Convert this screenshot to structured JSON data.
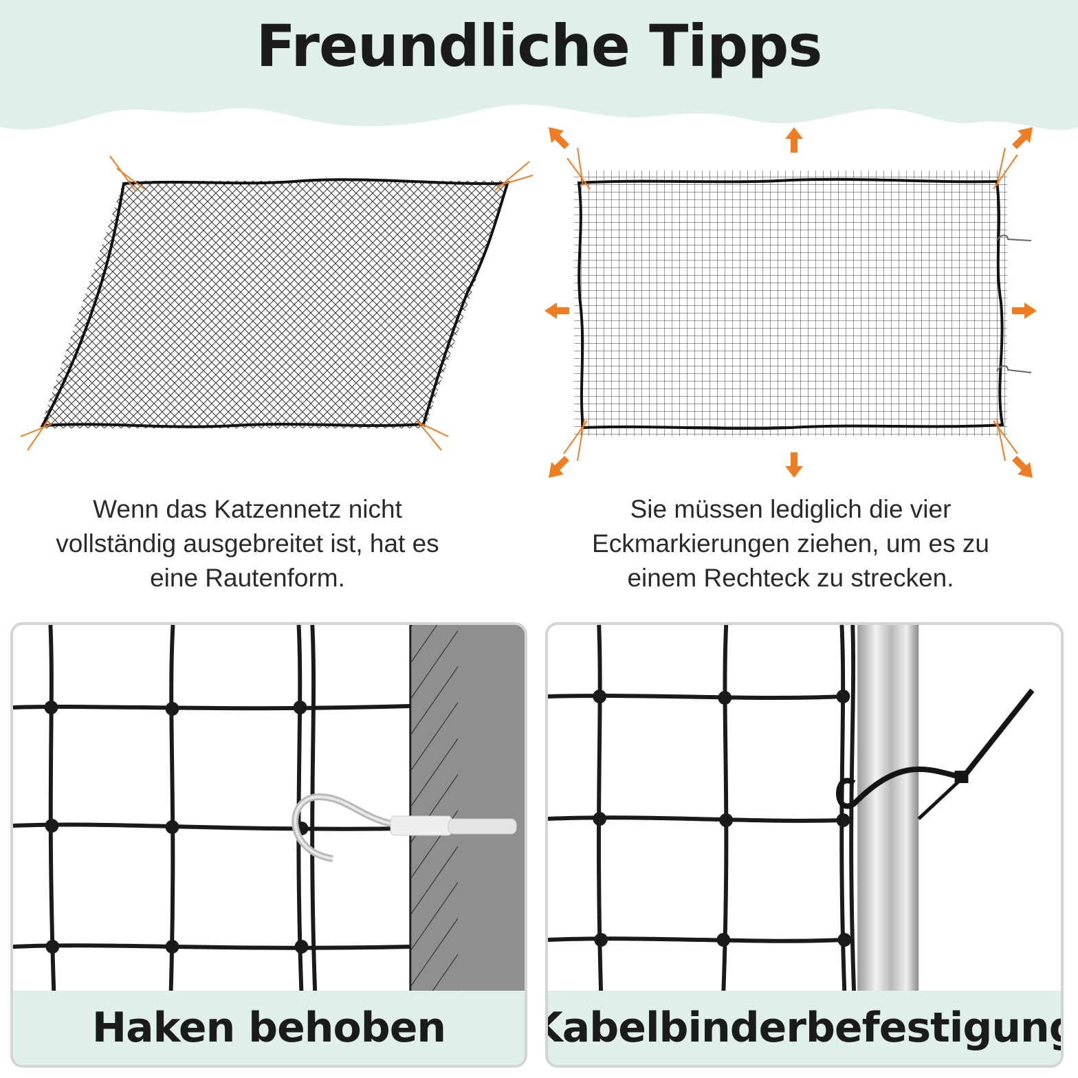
{
  "header": {
    "title": "Freundliche Tipps",
    "background_color": "#dff0ec"
  },
  "accent_color": "#f07d22",
  "diagrams": {
    "left": {
      "caption_lines": [
        "Wenn das Katzennetz nicht",
        "vollständig ausgebreitet ist, hat es",
        "eine Rautenform."
      ]
    },
    "right": {
      "caption_lines": [
        "Sie müssen lediglich die vier",
        "Eckmarkierungen ziehen, um es zu",
        "einem Rechteck zu strecken."
      ]
    }
  },
  "panels": [
    {
      "label": "Haken behoben",
      "icon": "hook-screw-icon"
    },
    {
      "label": "Kabelbinderbefestigung",
      "icon": "cable-tie-icon"
    }
  ]
}
